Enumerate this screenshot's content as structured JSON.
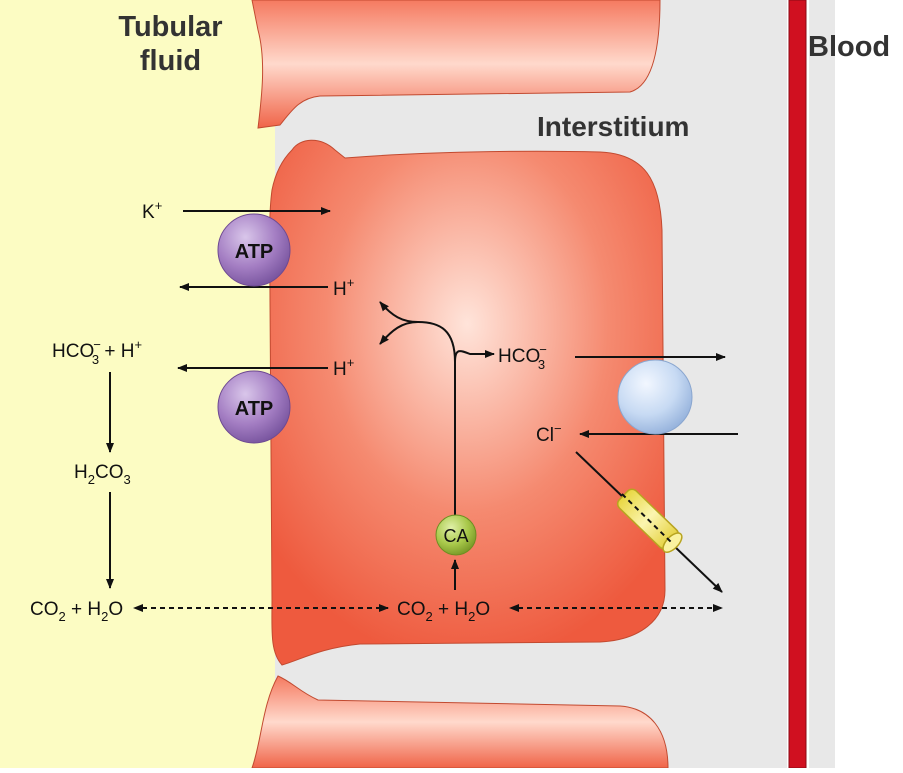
{
  "regions": {
    "tubular_line1": "Tubular",
    "tubular_line2": "fluid",
    "interstitium": "Interstitium",
    "blood": "Blood"
  },
  "pumps": {
    "atp_top": "ATP",
    "atp_bottom": "ATP"
  },
  "enzyme": "CA",
  "ions": {
    "k": "K",
    "k_sup": "+",
    "h_top": "H",
    "h_top_sup": "+",
    "h_mid": "H",
    "h_mid_sup": "+",
    "hco3_cell": "HCO",
    "hco3_cell_sub": "3",
    "hco3_cell_sup": "−",
    "cl": "Cl",
    "cl_sup": "−"
  },
  "lumen_reaction": {
    "hco3": "HCO",
    "hco3_sub": "3",
    "hco3_sup": "−",
    "plus_h": " + H",
    "plus_h_sup": "+",
    "h2co3_h": "H",
    "h2co3_sub1": "2",
    "h2co3_co": "CO",
    "h2co3_sub2": "3",
    "co2_left": "CO",
    "co2_left_sub": "2",
    "co2_left_mid": " + H",
    "co2_left_sub2": "2",
    "co2_left_end": "O"
  },
  "cell_reaction": {
    "co2": "CO",
    "co2_sub": "2",
    "mid": " + H",
    "h2o_sub": "2",
    "end": "O"
  },
  "colors": {
    "lumen": "#fcfcc3",
    "interstitium": "#e8e8e8",
    "cell": "#f06448",
    "cell_highlight": "#ffe0d6",
    "blood_vessel": "#d01020",
    "atp": "#a67fc4",
    "ca": "#a8c84a",
    "exchanger": "#c8dcf4",
    "channel": "#f4ea7a"
  }
}
